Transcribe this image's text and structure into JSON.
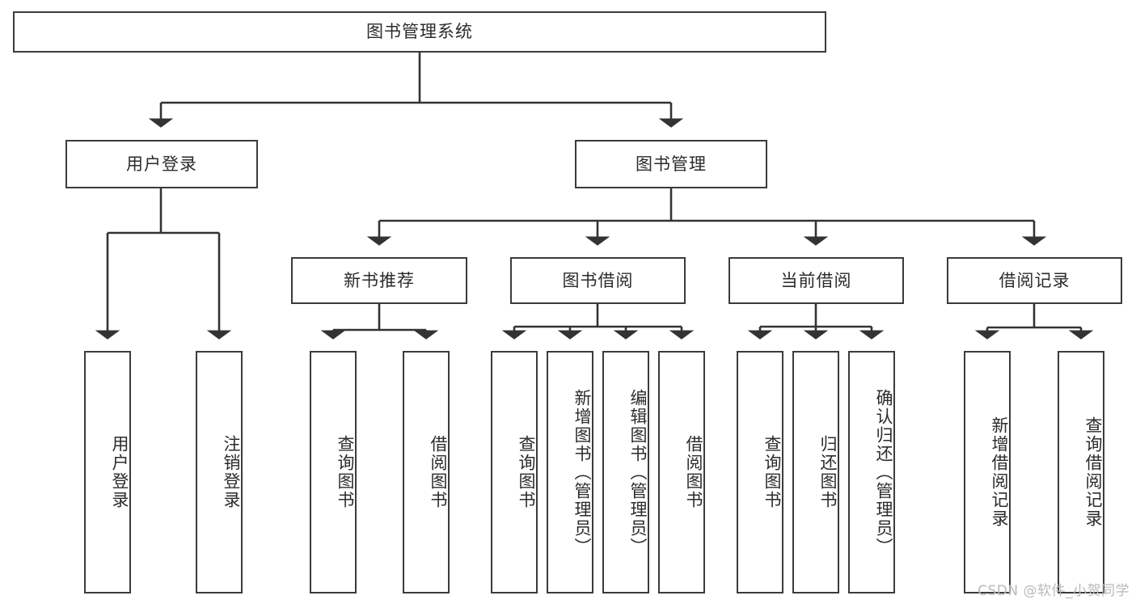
{
  "diagram": {
    "title": "图书管理系统",
    "type": "tree",
    "watermark": "CSDN @软件_小贺同学",
    "colors": {
      "border": "#3b3b3b",
      "text": "#2b2b2b",
      "background": "#ffffff",
      "edge": "#333333",
      "watermark": "#b9b9b9"
    },
    "nodes": {
      "root": {
        "label": "图书管理系统",
        "level": 0,
        "orientation": "horizontal"
      },
      "l1": [
        {
          "id": "user-login",
          "label": "用户登录",
          "orientation": "horizontal"
        },
        {
          "id": "book-manage",
          "label": "图书管理",
          "orientation": "horizontal"
        }
      ],
      "l2": [
        {
          "id": "new-book-rec",
          "label": "新书推荐",
          "orientation": "horizontal",
          "parent": "book-manage"
        },
        {
          "id": "book-borrow",
          "label": "图书借阅",
          "orientation": "horizontal",
          "parent": "book-manage"
        },
        {
          "id": "current-borrow",
          "label": "当前借阅",
          "orientation": "horizontal",
          "parent": "book-manage"
        },
        {
          "id": "borrow-record",
          "label": "借阅记录",
          "orientation": "horizontal",
          "parent": "book-manage"
        }
      ],
      "leaves": [
        {
          "id": "leaf-user-login",
          "label": "用户登录",
          "parent": "user-login"
        },
        {
          "id": "leaf-logout-login",
          "label": "注销登录",
          "parent": "user-login"
        },
        {
          "id": "leaf-query-book-rec",
          "label": "查询图书",
          "parent": "new-book-rec"
        },
        {
          "id": "leaf-borrow-book-rec",
          "label": "借阅图书",
          "parent": "new-book-rec"
        },
        {
          "id": "leaf-query-book-borrow",
          "label": "查询图书",
          "parent": "book-borrow"
        },
        {
          "id": "leaf-add-book-admin",
          "label": "新增图书（管理员）",
          "parent": "book-borrow"
        },
        {
          "id": "leaf-edit-book-admin",
          "label": "编辑图书（管理员）",
          "parent": "book-borrow"
        },
        {
          "id": "leaf-borrow-book",
          "label": "借阅图书",
          "parent": "book-borrow"
        },
        {
          "id": "leaf-query-book-current",
          "label": "查询图书",
          "parent": "current-borrow"
        },
        {
          "id": "leaf-return-book",
          "label": "归还图书",
          "parent": "current-borrow"
        },
        {
          "id": "leaf-confirm-return-admin",
          "label": "确认归还（管理员）",
          "parent": "current-borrow"
        },
        {
          "id": "leaf-add-borrow-record",
          "label": "新增借阅记录",
          "parent": "borrow-record"
        },
        {
          "id": "leaf-query-borrow-record",
          "label": "查询借阅记录",
          "parent": "borrow-record"
        }
      ]
    }
  }
}
